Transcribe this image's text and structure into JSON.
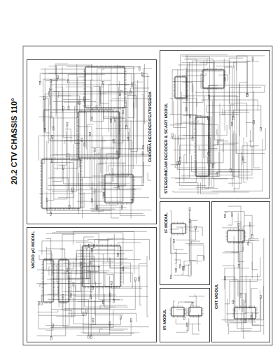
{
  "diagram": {
    "title": "20.2 CTV CHASSIS 110°",
    "nodes": [
      {
        "text": [
          "MICRO µC MODUL"
        ]
      },
      {
        "text": [
          "CHROMA DECODER/FEATUREBOX"
        ]
      },
      {
        "text": [
          "STEREO/NICAM DECODER & SCART MODUL"
        ]
      },
      {
        "text": [
          "IF MODUL"
        ]
      },
      {
        "text": [
          "CRT MODUL"
        ]
      },
      {
        "text": [
          "IR MODUL"
        ]
      }
    ]
  }
}
